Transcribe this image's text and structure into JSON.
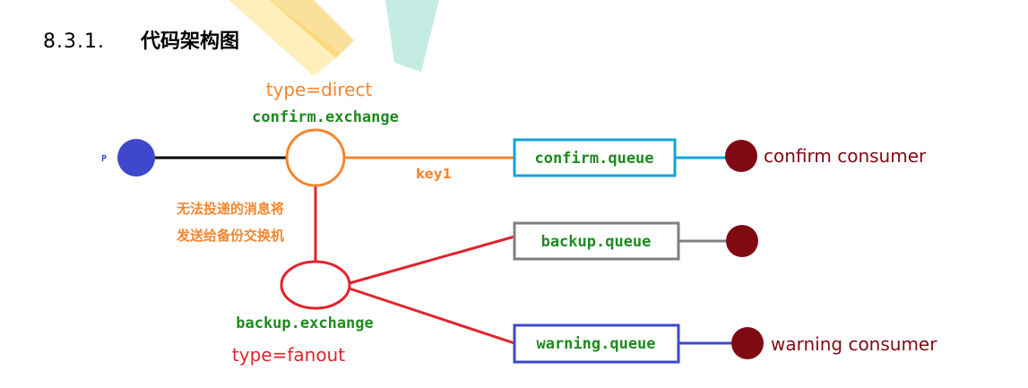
{
  "heading": {
    "number": "8.3.1.",
    "title": "代码架构图"
  },
  "producer": {
    "label": "P"
  },
  "confirm_exchange": {
    "type_label": "type=direct",
    "name": "confirm.exchange"
  },
  "routing_key": "key1",
  "note": {
    "line1": "无法投递的消息将",
    "line2": "发送给备份交换机"
  },
  "backup_exchange": {
    "name": "backup.exchange",
    "type_label": "type=fanout"
  },
  "queues": {
    "confirm": "confirm.queue",
    "backup": "backup.queue",
    "warning": "warning.queue"
  },
  "consumers": {
    "confirm": "confirm consumer",
    "warning": "warning consumer"
  },
  "colors": {
    "producer": "#3f48cc",
    "orange": "#f5862e",
    "red": "#e0242c",
    "green": "#1f8a1f",
    "consumer": "#7f0a12",
    "confirm_queue_border": "#14a1dc",
    "backup_queue_border": "#7f7f7f",
    "warning_queue_border": "#3f48cc"
  },
  "watermark": {
    "colors": [
      "#f8c433",
      "#37c2a2"
    ]
  }
}
